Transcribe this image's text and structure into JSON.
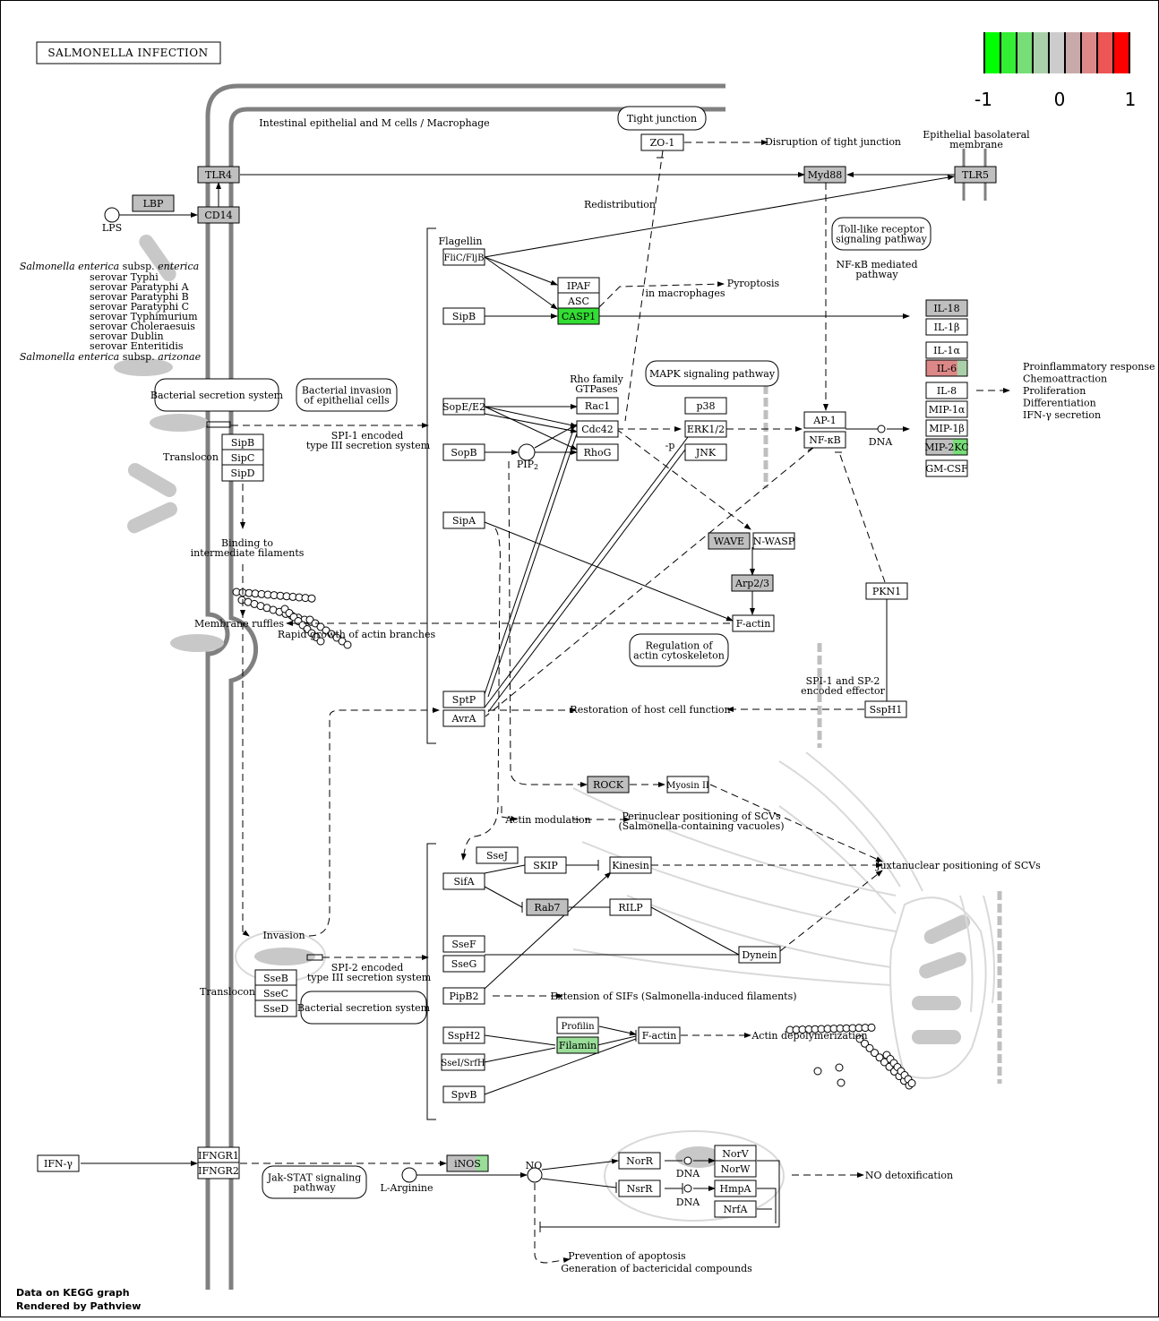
{
  "title": "SALMONELLA INFECTION",
  "legend": {
    "labels": [
      "-1",
      "0",
      "1"
    ],
    "colors": [
      "#00ff00",
      "#33ee33",
      "#77dd77",
      "#aad0aa",
      "#cccccc",
      "#c8aaaa",
      "#dd8888",
      "#ee5555",
      "#ff0000"
    ]
  },
  "footer": {
    "line1": "Data on KEGG graph",
    "line2": "Rendered by Pathview"
  },
  "colors": {
    "up": "#ff0000",
    "down": "#00ff00",
    "none": "#bfbfbf",
    "membrane": "#808080"
  },
  "genes": [
    {
      "id": "tlr4",
      "label": "TLR4",
      "status": "grey"
    },
    {
      "id": "lbp",
      "label": "LBP",
      "status": "grey"
    },
    {
      "id": "cd14",
      "label": "CD14",
      "status": "grey"
    },
    {
      "id": "zo1",
      "label": "ZO-1",
      "status": "white"
    },
    {
      "id": "myd88",
      "label": "Myd88",
      "status": "grey"
    },
    {
      "id": "tlr5",
      "label": "TLR5",
      "status": "grey"
    },
    {
      "id": "flic",
      "label": "FliC/FljB",
      "status": "white"
    },
    {
      "id": "ipaf",
      "label": "IPAF",
      "status": "white"
    },
    {
      "id": "asc",
      "label": "ASC",
      "status": "white"
    },
    {
      "id": "casp1",
      "label": "CASP1",
      "status": "green"
    },
    {
      "id": "sipb_top",
      "label": "SipB",
      "status": "white"
    },
    {
      "id": "il18",
      "label": "IL-18",
      "status": "grey"
    },
    {
      "id": "il1b",
      "label": "IL-1β",
      "status": "white"
    },
    {
      "id": "il1a",
      "label": "IL-1α",
      "status": "white"
    },
    {
      "id": "il6",
      "label": "IL-6",
      "status": "red"
    },
    {
      "id": "il8",
      "label": "IL-8",
      "status": "white"
    },
    {
      "id": "mip1a",
      "label": "MIP-1α",
      "status": "white"
    },
    {
      "id": "mip1b",
      "label": "MIP-1β",
      "status": "white"
    },
    {
      "id": "mip2kc",
      "label": "MIP-2KC",
      "status": "mixed"
    },
    {
      "id": "gmcsf",
      "label": "GM-CSF",
      "status": "white"
    },
    {
      "id": "sope",
      "label": "SopE/E2",
      "status": "white"
    },
    {
      "id": "rac1",
      "label": "Rac1",
      "status": "white"
    },
    {
      "id": "cdc42",
      "label": "Cdc42",
      "status": "white"
    },
    {
      "id": "rhog",
      "label": "RhoG",
      "status": "white"
    },
    {
      "id": "sopb",
      "label": "SopB",
      "status": "white"
    },
    {
      "id": "p38",
      "label": "p38",
      "status": "white"
    },
    {
      "id": "erk",
      "label": "ERK1/2",
      "status": "white"
    },
    {
      "id": "jnk",
      "label": "JNK",
      "status": "white"
    },
    {
      "id": "ap1",
      "label": "AP-1",
      "status": "white"
    },
    {
      "id": "nfkb",
      "label": "NF-κB",
      "status": "white"
    },
    {
      "id": "sipb_t",
      "label": "SipB",
      "status": "white"
    },
    {
      "id": "sipc",
      "label": "SipC",
      "status": "white"
    },
    {
      "id": "sipd",
      "label": "SipD",
      "status": "white"
    },
    {
      "id": "sipa",
      "label": "SipA",
      "status": "white"
    },
    {
      "id": "wave",
      "label": "WAVE",
      "status": "grey"
    },
    {
      "id": "nwasp",
      "label": "N-WASP",
      "status": "white"
    },
    {
      "id": "arp23",
      "label": "Arp2/3",
      "status": "grey"
    },
    {
      "id": "factin1",
      "label": "F-actin",
      "status": "white"
    },
    {
      "id": "pkn1",
      "label": "PKN1",
      "status": "white"
    },
    {
      "id": "sptp",
      "label": "SptP",
      "status": "white"
    },
    {
      "id": "avra",
      "label": "AvrA",
      "status": "white"
    },
    {
      "id": "ssph1",
      "label": "SspH1",
      "status": "white"
    },
    {
      "id": "rock",
      "label": "ROCK",
      "status": "grey"
    },
    {
      "id": "myosin",
      "label": "Myosin II",
      "status": "white"
    },
    {
      "id": "ssej",
      "label": "SseJ",
      "status": "white"
    },
    {
      "id": "skip",
      "label": "SKIP",
      "status": "white"
    },
    {
      "id": "kinesin",
      "label": "Kinesin",
      "status": "white"
    },
    {
      "id": "sifa",
      "label": "SifA",
      "status": "white"
    },
    {
      "id": "rab7",
      "label": "Rab7",
      "status": "grey"
    },
    {
      "id": "rilp",
      "label": "RILP",
      "status": "white"
    },
    {
      "id": "ssef",
      "label": "SseF",
      "status": "white"
    },
    {
      "id": "sseg",
      "label": "SseG",
      "status": "white"
    },
    {
      "id": "dynein",
      "label": "Dynein",
      "status": "white"
    },
    {
      "id": "pipb2",
      "label": "PipB2",
      "status": "white"
    },
    {
      "id": "profilin",
      "label": "Profilin",
      "status": "white"
    },
    {
      "id": "ssph2",
      "label": "SspH2",
      "status": "white"
    },
    {
      "id": "filamin",
      "label": "Filamin",
      "status": "lightgreen"
    },
    {
      "id": "factin2",
      "label": "F-actin",
      "status": "white"
    },
    {
      "id": "ssei",
      "label": "SseI/SrfH",
      "status": "white"
    },
    {
      "id": "spvb",
      "label": "SpvB",
      "status": "white"
    },
    {
      "id": "sseb",
      "label": "SseB",
      "status": "white"
    },
    {
      "id": "ssec",
      "label": "SseC",
      "status": "white"
    },
    {
      "id": "ssed",
      "label": "SseD",
      "status": "white"
    },
    {
      "id": "ifng",
      "label": "IFN-γ",
      "status": "white"
    },
    {
      "id": "ifngr1",
      "label": "IFNGR1",
      "status": "white"
    },
    {
      "id": "ifngr2",
      "label": "IFNGR2",
      "status": "white"
    },
    {
      "id": "inos",
      "label": "iNOS",
      "status": "mixed2"
    },
    {
      "id": "norr",
      "label": "NorR",
      "status": "white"
    },
    {
      "id": "nsrr",
      "label": "NsrR",
      "status": "white"
    },
    {
      "id": "norv",
      "label": "NorV",
      "status": "white"
    },
    {
      "id": "norw",
      "label": "NorW",
      "status": "white"
    },
    {
      "id": "hmpa",
      "label": "HmpA",
      "status": "white"
    },
    {
      "id": "nrfa",
      "label": "NrfA",
      "status": "white"
    }
  ],
  "pathways": [
    {
      "id": "tight_junction",
      "label": "Tight junction"
    },
    {
      "id": "tlr_pathway",
      "label": "Toll-like receptor signaling pathway"
    },
    {
      "id": "bss1",
      "label": "Bacterial secretion system"
    },
    {
      "id": "bacterial_invasion",
      "label": "Bacterial invasion of epithelial cells"
    },
    {
      "id": "mapk",
      "label": "MAPK signaling pathway"
    },
    {
      "id": "actin_reg",
      "label": "Regulation of actin cytoskeleton"
    },
    {
      "id": "bss2",
      "label": "Bacterial secretion system"
    },
    {
      "id": "jakstat",
      "label": "Jak-STAT signaling pathway"
    }
  ],
  "labels": {
    "intestinal": "Intestinal epithelial and M cells / Macrophage",
    "disruption": "Disruption of tight junction",
    "epithelial_baso": "Epithelial basolateral membrane",
    "redistribution": "Redistribution",
    "lps": "LPS",
    "flagellin": "Flagellin",
    "pyroptosis": "Pyroptosis",
    "in_macrophages": "in macrophages",
    "nfkb_mediated": "NF-κB mediated pathway",
    "rho_family": "Rho family GTPases",
    "spi1": "SPI-1 encoded type III secretion system",
    "translocon1": "Translocon",
    "pip2": "PIP2",
    "p_label": "-p",
    "dna1": "DNA",
    "binding": "Binding to intermediate filaments",
    "membrane_ruffles": "Membrane ruffles",
    "rapid_growth": "Rapid growth of actin branches",
    "spi1_sp2": "SPI-1 and SP-2 encoded effector",
    "restoration": "Restoration of host cell function",
    "actin_mod": "Actin modulation",
    "perinuclear": "Perinuclear positioning of SCVs (Salmonella-containing vacuoles)",
    "juxtanuclear": "Juxtanuclear positioning of SCVs",
    "invasion": "Invasion",
    "spi2": "SPI-2 encoded type III secretion system",
    "translocon2": "Translocon",
    "extension": "Extension of SIFs (Salmonella-induced filaments)",
    "actin_depoly": "Actin depolymerization",
    "l_arginine": "L-Arginine",
    "no": "NO",
    "dna2": "DNA",
    "dna3": "DNA",
    "no_detox": "NO detoxification",
    "prevention": "Prevention of apoptosis",
    "generation": "Generation of bactericidal compounds",
    "salmonella_species": "Salmonella enterica subsp. enterica",
    "serovars": [
      "serovar Typhi",
      "serovar Paratyphi A",
      "serovar Paratyphi B",
      "serovar Paratyphi C",
      "serovar Typhimurium",
      "serovar Choleraesuis",
      "serovar Dublin",
      "serovar Enteritidis"
    ],
    "salmonella_arizonae": "Salmonella enterica subsp. arizonae",
    "outcomes": [
      "Proinflammatory response",
      "Chemoattraction",
      "Proliferation",
      "Differentiation",
      "IFN-γ secretion"
    ]
  }
}
